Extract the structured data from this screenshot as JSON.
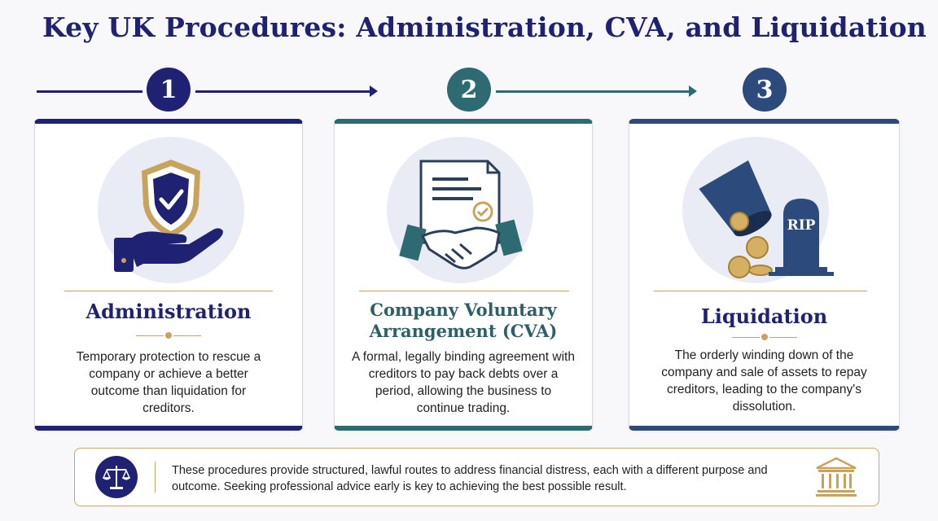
{
  "title": "Key UK Procedures: Administration, CVA, and Liquidation",
  "colors": {
    "step1": "#1f2272",
    "step2": "#2e6a72",
    "step3": "#2c4a7c",
    "gold": "#c9a35c"
  },
  "steps": [
    {
      "number": "1",
      "icon": "shield-hand-icon",
      "title_lines": [
        "Administration"
      ],
      "description": "Temporary protection to rescue a company or achieve a better outcome than liquidation for creditors."
    },
    {
      "number": "2",
      "icon": "document-handshake-icon",
      "title_lines": [
        "Company Voluntary",
        "Arrangement (CVA)"
      ],
      "description": "A formal, legally binding agreement with creditors to pay back debts over a period, allowing the business to continue trading."
    },
    {
      "number": "3",
      "icon": "coin-bucket-rip-icon",
      "title_lines": [
        "Liquidation"
      ],
      "tombstone_text": "RIP",
      "description": "The orderly winding down of the company and sale of assets to repay creditors, leading to the company's dissolution."
    }
  ],
  "footer": {
    "left_icon": "scales-icon",
    "text": "These procedures provide structured, lawful routes to address financial distress, each with a different purpose and outcome. Seeking professional advice early is key to achieving the best possible result.",
    "right_icon": "courthouse-icon"
  }
}
